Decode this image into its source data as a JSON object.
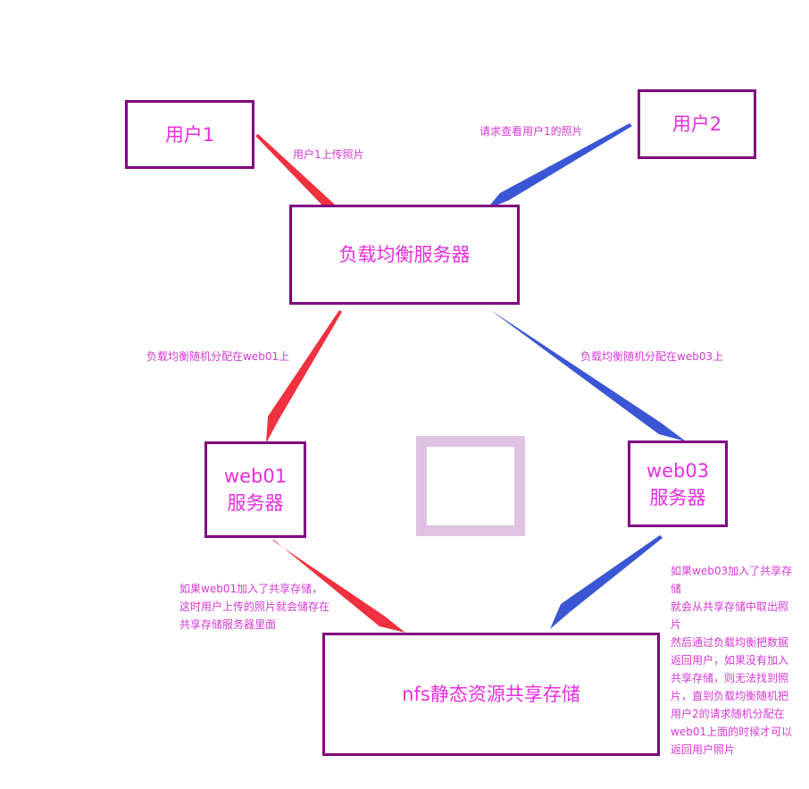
{
  "colors": {
    "box_border": "#800080",
    "box_text": "#e82ee0",
    "label_text": "#d63ad4",
    "arrow_red": "#f0313f",
    "arrow_blue": "#3a56d4",
    "deco": "#d8b4dc"
  },
  "nodes": {
    "user1": {
      "label": "用户1"
    },
    "user2": {
      "label": "用户2"
    },
    "lb": {
      "label": "负载均衡服务器"
    },
    "web01": {
      "line1": "web01",
      "line2": "服务器"
    },
    "web03": {
      "line1": "web03",
      "line2": "服务器"
    },
    "nfs": {
      "label": "nfs静态资源共享存储"
    }
  },
  "edge_labels": {
    "user1_upload": "用户1上传照片",
    "user2_request": "请求查看用户1的照片",
    "lb_to_web01": "负载均衡随机分配在web01上",
    "lb_to_web03": "负载均衡随机分配在web03上",
    "web01_note": [
      "如果web01加入了共享存储，",
      "这时用户上传的照片就会储存在",
      "共享存储服务器里面"
    ],
    "web03_note": [
      "如果web03加入了共享存",
      "储",
      "就会从共享存储中取出照",
      "片",
      "然后通过负载均衡把数据",
      "返回用户，如果没有加入",
      "共享存储，则无法找到照",
      "片，直到负载均衡随机把",
      "用户2的请求随机分配在",
      "web01上面的时候才可以",
      "返回用户照片"
    ]
  }
}
